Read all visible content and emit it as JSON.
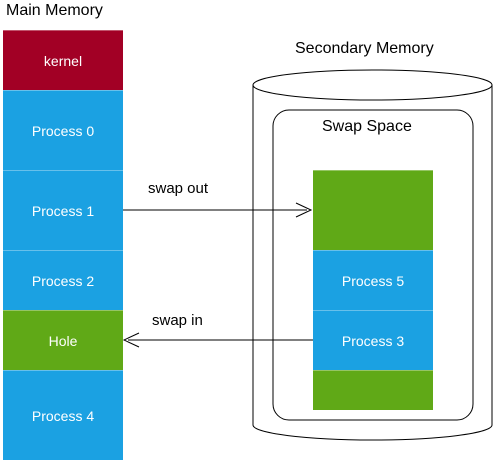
{
  "colors": {
    "kernel": "#a20025",
    "process": "#1ba1e2",
    "hole": "#60a917",
    "stroke": "#000000"
  },
  "main_memory": {
    "title": "Main Memory",
    "segments": [
      {
        "label": "kernel",
        "kind": "kernel"
      },
      {
        "label": "Process 0",
        "kind": "process"
      },
      {
        "label": "Process 1",
        "kind": "process"
      },
      {
        "label": "Process 2",
        "kind": "process"
      },
      {
        "label": "Hole",
        "kind": "hole"
      },
      {
        "label": "Process 4",
        "kind": "process"
      }
    ]
  },
  "secondary_memory": {
    "title": "Secondary Memory",
    "swap_space": {
      "title": "Swap Space",
      "segments": [
        {
          "label": "",
          "kind": "hole"
        },
        {
          "label": "Process 5",
          "kind": "process"
        },
        {
          "label": "Process 3",
          "kind": "process"
        },
        {
          "label": "",
          "kind": "hole"
        }
      ]
    }
  },
  "arrows": {
    "swap_out": "swap out",
    "swap_in": "swap in"
  }
}
